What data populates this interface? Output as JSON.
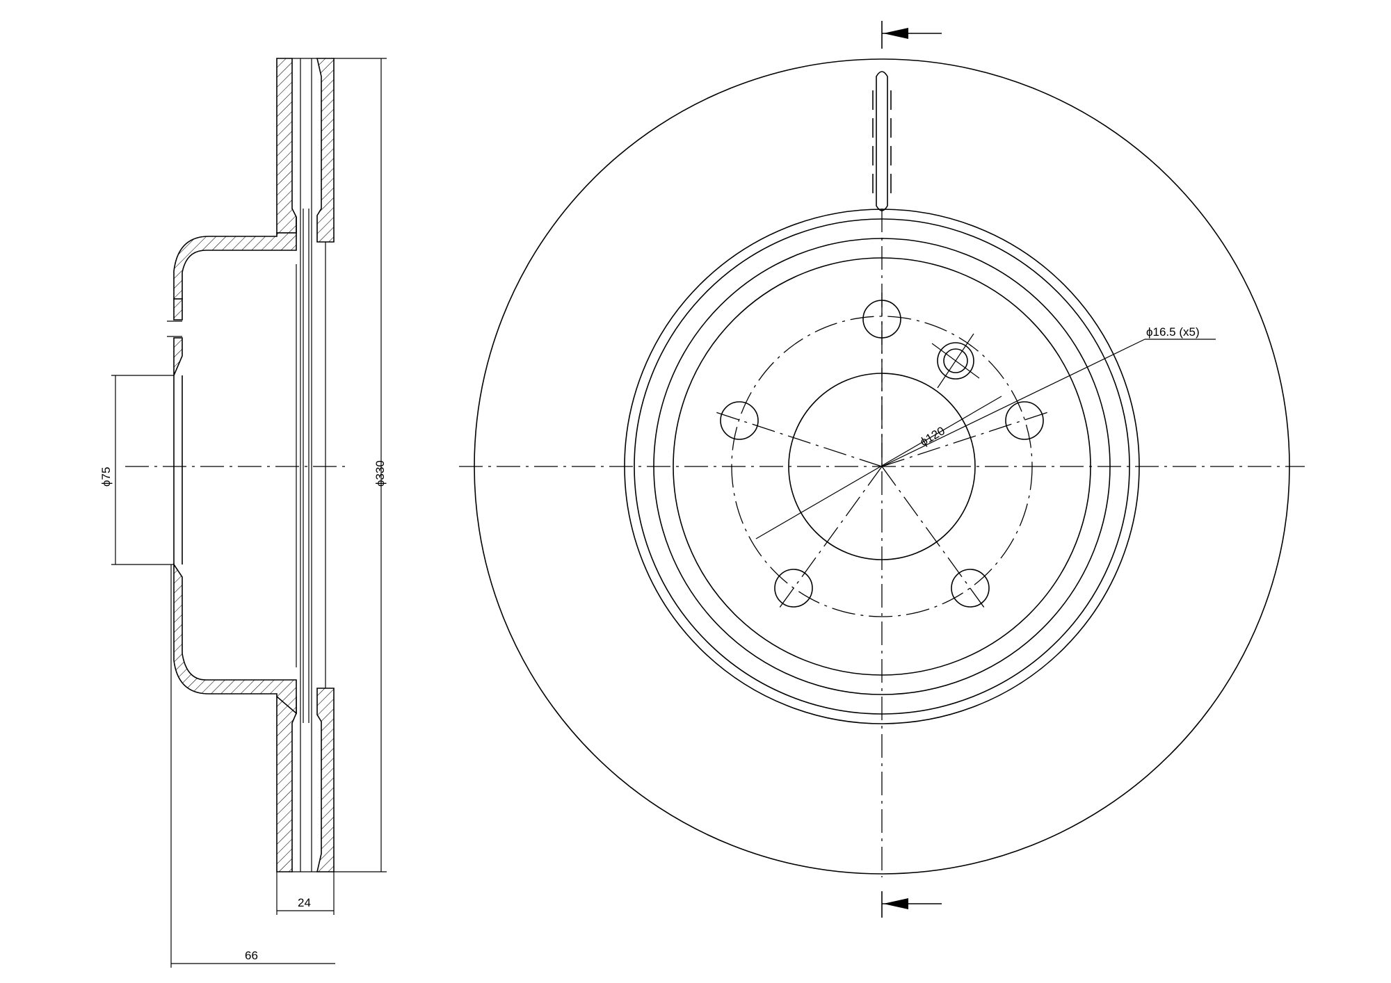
{
  "dimensions": {
    "hub_bore": "ϕ75",
    "outer_diameter": "ϕ330",
    "disc_thickness": "24",
    "overall_height": "66",
    "bolt_circle": "ϕ120",
    "bolt_holes": "ϕ16.5 (x5)"
  },
  "colors": {
    "line": "#000000",
    "background": "#ffffff"
  }
}
